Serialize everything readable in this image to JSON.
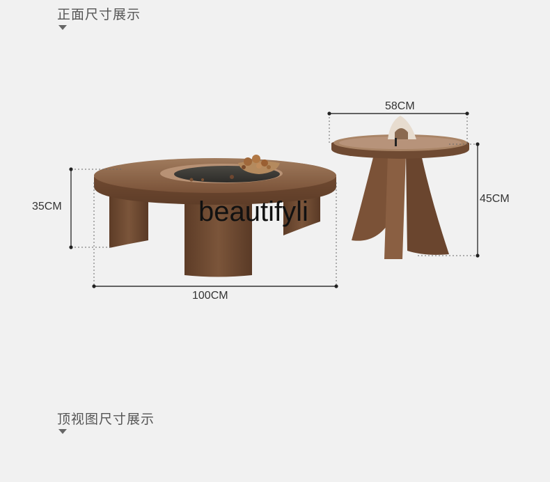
{
  "sections": {
    "front_view_title": "正面尺寸展示",
    "top_view_title": "顶视图尺寸展示"
  },
  "dimensions": {
    "coffee_table_height": "35CM",
    "coffee_table_width": "100CM",
    "side_table_width": "58CM",
    "side_table_height": "45CM"
  },
  "watermark": "beautifyli",
  "colors": {
    "background": "#f1f1f1",
    "wood_dark": "#6e4a33",
    "wood_light": "#9b7356",
    "glass": "#3b3a36"
  }
}
